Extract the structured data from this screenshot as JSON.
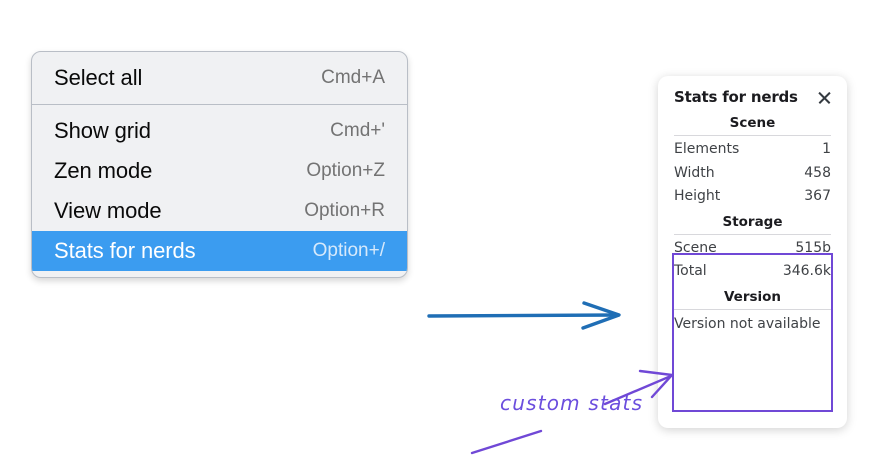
{
  "context_menu": {
    "groups": [
      {
        "items": [
          {
            "label": "Select all",
            "shortcut": "Cmd+A",
            "selected": false
          }
        ]
      },
      {
        "items": [
          {
            "label": "Show grid",
            "shortcut": "Cmd+'",
            "selected": false
          },
          {
            "label": "Zen mode",
            "shortcut": "Option+Z",
            "selected": false
          },
          {
            "label": "View mode",
            "shortcut": "Option+R",
            "selected": false
          },
          {
            "label": "Stats for nerds",
            "shortcut": "Option+/",
            "selected": true
          }
        ]
      }
    ],
    "highlight_color": "#3b9cf0"
  },
  "stats_panel": {
    "title": "Stats for nerds",
    "close_icon": "close-icon",
    "sections": [
      {
        "title": "Scene",
        "rows": [
          {
            "key": "Elements",
            "value": "1"
          },
          {
            "key": "Width",
            "value": "458"
          },
          {
            "key": "Height",
            "value": "367"
          }
        ]
      },
      {
        "title": "Storage",
        "rows": [
          {
            "key": "Scene",
            "value": "515b"
          },
          {
            "key": "Total",
            "value": "346.6k"
          }
        ]
      },
      {
        "title": "Version",
        "note": "Version not available"
      }
    ],
    "highlight_box_color": "#7048d6"
  },
  "annotations": {
    "text": "custom stats",
    "text_color": "#6b4ede",
    "blue_arrow_color": "#1f6eb5",
    "purple_arrow_color": "#7048d6"
  }
}
